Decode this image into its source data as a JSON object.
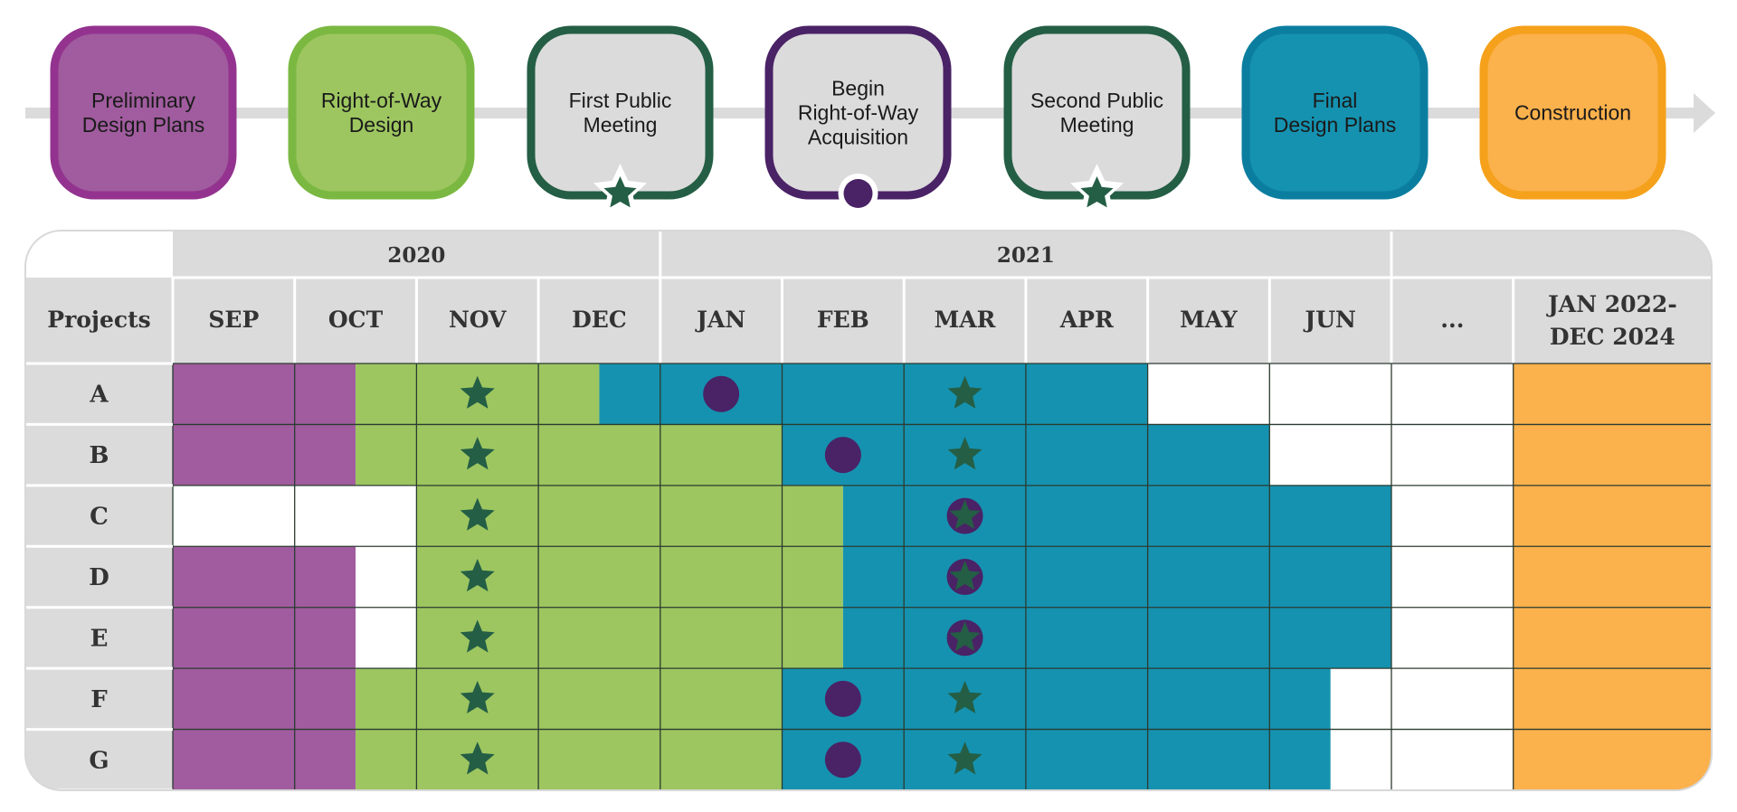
{
  "colors": {
    "preliminary": "#a05c9e",
    "preliminary_border": "#93338f",
    "row_design": "#9dc660",
    "row_design_border": "#7bb842",
    "final_design": "#1592b0",
    "final_design_border": "#0b7ea0",
    "construction": "#fbb14c",
    "construction_border": "#f5a11c",
    "first_meeting_border": "#245e45",
    "acquisition_border": "#4a2266",
    "header_gray": "#dcdbdc",
    "axis_gray": "#dcdbdc",
    "grid_line": "#2b3b30",
    "star": "#245e45",
    "dot": "#4a2266"
  },
  "stages": [
    {
      "id": "preliminary",
      "lines": [
        "Preliminary",
        "Design Plans"
      ],
      "fill": "#a05c9e",
      "border": "#93338f",
      "marker": null
    },
    {
      "id": "row_design",
      "lines": [
        "Right-of-Way",
        "Design"
      ],
      "fill": "#9dc660",
      "border": "#7bb842",
      "marker": null
    },
    {
      "id": "first_meeting",
      "lines": [
        "First Public",
        "Meeting"
      ],
      "fill": "#dcdbdc",
      "border": "#245e45",
      "marker": "star-icon"
    },
    {
      "id": "acquisition",
      "lines": [
        "Begin",
        "Right-of-Way",
        "Acquisition"
      ],
      "fill": "#dcdbdc",
      "border": "#4a2266",
      "marker": "dot-icon"
    },
    {
      "id": "second_meeting",
      "lines": [
        "Second Public",
        "Meeting"
      ],
      "fill": "#dcdbdc",
      "border": "#245e45",
      "marker": "star-icon"
    },
    {
      "id": "final_design",
      "lines": [
        "Final",
        "Design Plans"
      ],
      "fill": "#1592b0",
      "border": "#0b7ea0",
      "marker": null
    },
    {
      "id": "construction",
      "lines": [
        "Construction"
      ],
      "fill": "#fbb14c",
      "border": "#f5a11c",
      "marker": null
    }
  ],
  "table": {
    "projects_header": "Projects",
    "years": [
      {
        "label": "2020",
        "span_months": 4
      },
      {
        "label": "2021",
        "span_months": 6
      },
      {
        "label": "",
        "span_months": 2
      }
    ],
    "months": [
      "SEP",
      "OCT",
      "NOV",
      "DEC",
      "JAN",
      "FEB",
      "MAR",
      "APR",
      "MAY",
      "JUN",
      "...",
      "JAN 2022-\nDEC 2024"
    ],
    "rows": [
      {
        "project": "A",
        "segments": [
          [
            "preliminary",
            0,
            1.5
          ],
          [
            "row_design",
            1.5,
            3.5
          ],
          [
            "final_design",
            3.5,
            8
          ]
        ],
        "markers": [
          [
            "star",
            2.5
          ],
          [
            "dot",
            4.5
          ],
          [
            "star",
            6.5
          ]
        ]
      },
      {
        "project": "B",
        "segments": [
          [
            "preliminary",
            0,
            1.5
          ],
          [
            "row_design",
            1.5,
            5
          ],
          [
            "final_design",
            5,
            9
          ]
        ],
        "markers": [
          [
            "star",
            2.5
          ],
          [
            "dot",
            5.5
          ],
          [
            "star",
            6.5
          ]
        ]
      },
      {
        "project": "C",
        "segments": [
          [
            "row_design",
            2,
            5.5
          ],
          [
            "final_design",
            5.5,
            10
          ]
        ],
        "markers": [
          [
            "star",
            2.5
          ],
          [
            "stardot",
            6.5
          ]
        ]
      },
      {
        "project": "D",
        "segments": [
          [
            "preliminary",
            0,
            1.5
          ],
          [
            "row_design",
            2,
            5.5
          ],
          [
            "final_design",
            5.5,
            10
          ]
        ],
        "markers": [
          [
            "star",
            2.5
          ],
          [
            "stardot",
            6.5
          ]
        ]
      },
      {
        "project": "E",
        "segments": [
          [
            "preliminary",
            0,
            1.5
          ],
          [
            "row_design",
            2,
            5.5
          ],
          [
            "final_design",
            5.5,
            10
          ]
        ],
        "markers": [
          [
            "star",
            2.5
          ],
          [
            "stardot",
            6.5
          ]
        ]
      },
      {
        "project": "F",
        "segments": [
          [
            "preliminary",
            0,
            1.5
          ],
          [
            "row_design",
            1.5,
            5
          ],
          [
            "final_design",
            5,
            9.5
          ]
        ],
        "markers": [
          [
            "star",
            2.5
          ],
          [
            "dot",
            5.5
          ],
          [
            "star",
            6.5
          ]
        ]
      },
      {
        "project": "G",
        "segments": [
          [
            "preliminary",
            0,
            1.5
          ],
          [
            "row_design",
            1.5,
            5
          ],
          [
            "final_design",
            5,
            9.5
          ]
        ],
        "markers": [
          [
            "star",
            2.5
          ],
          [
            "dot",
            5.5
          ],
          [
            "star",
            6.5
          ]
        ]
      }
    ],
    "construction_column_index": 11
  }
}
